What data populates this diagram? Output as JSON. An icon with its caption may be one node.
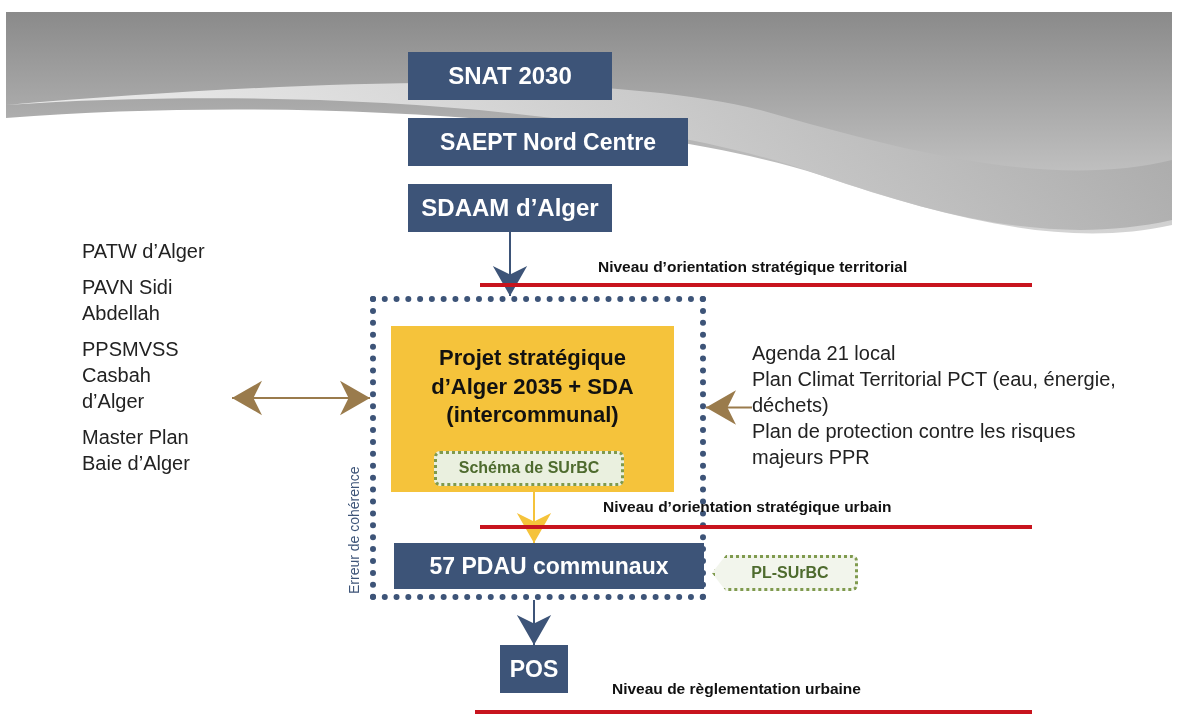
{
  "diagram": {
    "nodes": [
      {
        "text": [
          "SNAT 2030"
        ]
      },
      {
        "text": [
          "SAEPT Nord Centre"
        ]
      },
      {
        "text": [
          "SDAAM d’Alger"
        ]
      },
      {
        "text": [
          "Erreur de cohérence"
        ]
      },
      {
        "text": [
          "Projet stratégique d’Alger 2035 + SDA (intercommunal)"
        ],
        "in": 3
      },
      {
        "text": [
          "Schéma de SUrBC"
        ],
        "in": 4
      },
      {
        "text": [
          "57 PDAU communaux"
        ],
        "in": 3
      },
      {
        "text": [
          "PL-SUrBC"
        ]
      },
      {
        "text": [
          "POS"
        ]
      },
      {
        "text": [
          "PATW d’Alger",
          "PAVN Sidi Abdellah",
          "PPSMVSS Casbah d’Alger",
          "Master Plan Baie d’Alger"
        ]
      },
      {
        "text": [
          "Agenda 21 local",
          "Plan Climat Territorial PCT (eau, énergie, déchets)",
          "Plan de protection contre les risques majeurs PPR"
        ]
      }
    ],
    "edges": [
      {
        "from": 2,
        "to": 3,
        "arrow": "to",
        "color": "#3d5478"
      },
      {
        "from": 4,
        "to": 6,
        "arrow": "to",
        "color": "#f5c33b"
      },
      {
        "from": 3,
        "to": 8,
        "arrow": "to",
        "color": "#3d5478"
      },
      {
        "from": 9,
        "to": 3,
        "arrow": "both",
        "color": "#9a7b4c"
      },
      {
        "from": 10,
        "to": 3,
        "arrow": "to",
        "color": "#9a7b4c"
      }
    ],
    "labels": [
      "Niveau d’orientation stratégique territorial",
      "Niveau d’orientation stratégique urbain",
      "Niveau de règlementation urbaine"
    ]
  }
}
